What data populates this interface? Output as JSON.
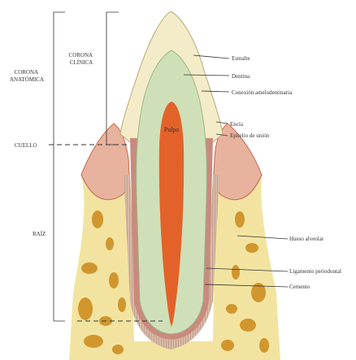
{
  "labels": {
    "corona_clinica": [
      "CORONA",
      "CLÍNICA"
    ],
    "corona_anatomica": [
      "CORONA",
      "ANATÓMICA"
    ],
    "cuello": "CUELLO",
    "raiz": "RAÍZ",
    "pulpa": "Pulpa",
    "esmalte": "Esmalte",
    "dentina": "Dentina",
    "conexion": "Conexión amelodentinaria",
    "encia": "Encía",
    "epitelio": "Epitelio de unión",
    "hueso": "Hueso alveolar",
    "ligamento": "Ligamento periodontal",
    "cemento": "Cemento"
  },
  "colors": {
    "enamel": "#f4ecc8",
    "dentin": "#cfe0b8",
    "pulp": "#e3622a",
    "gum": "#e7b39e",
    "gum_edge": "#c9664a",
    "bone": "#f2e4a0",
    "marrow": "#d1962e",
    "ligament": "#d7b8a4",
    "cement": "#c98a7d"
  }
}
